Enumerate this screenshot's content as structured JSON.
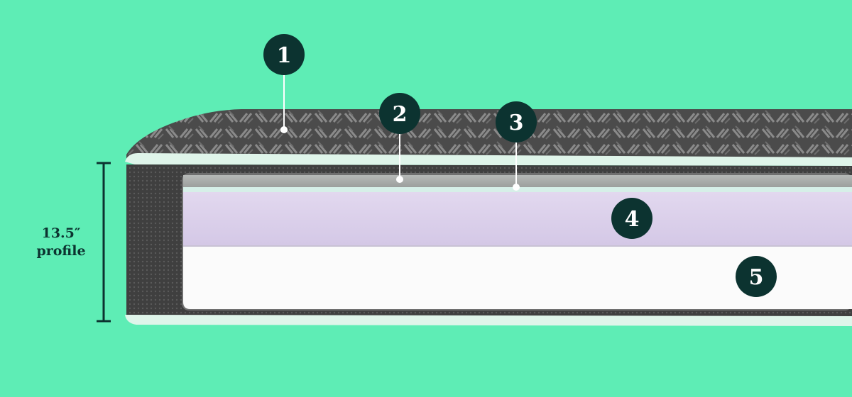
{
  "profile": {
    "height_label": "13.5″",
    "label": "profile"
  },
  "callouts": [
    "1",
    "2",
    "3",
    "4",
    "5"
  ],
  "colors": {
    "background": "#5eedb5",
    "badge": "#0c3330",
    "badge_text": "#ffffff",
    "cover_dark": "#4a4a4a",
    "piping": "#dff5ea",
    "layer_gray": "#a7aaa8",
    "layer_mint": "#d6efe8",
    "layer_lavender": "#dcd2ea",
    "layer_white": "#fbfbfb"
  },
  "icons": {
    "badge_shape": "circle",
    "profile_indicator": "vertical-dimension-bracket"
  }
}
